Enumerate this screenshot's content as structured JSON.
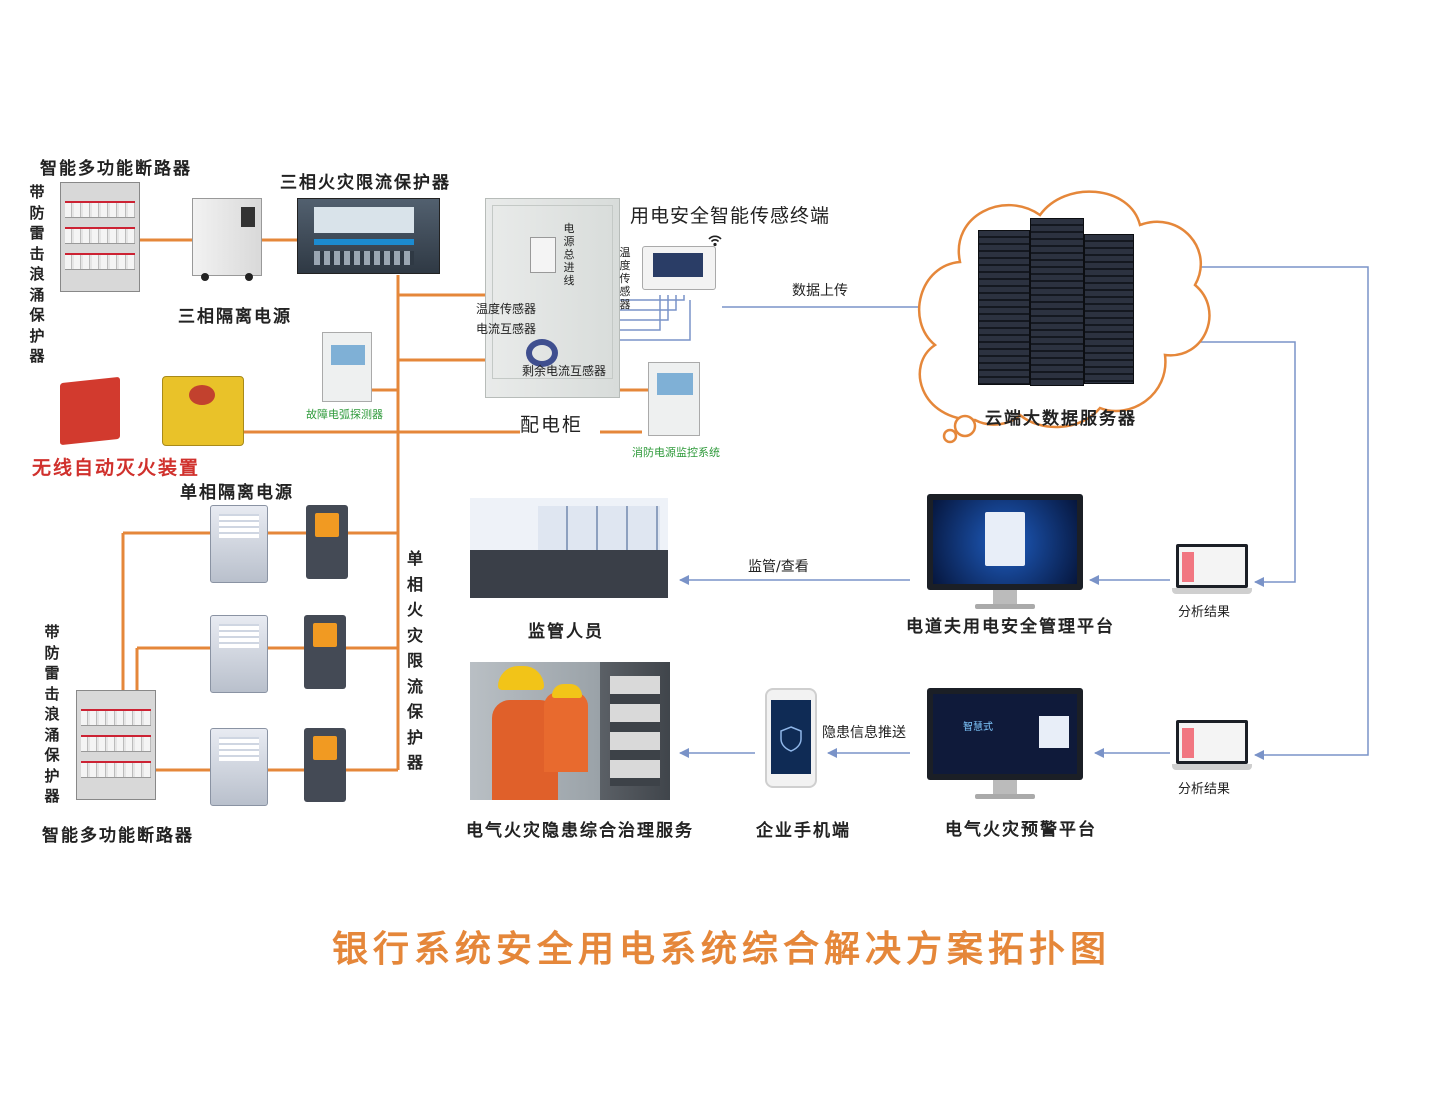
{
  "title": "银行系统安全用电系统综合解决方案拓扑图",
  "colors": {
    "accent": "#e5873a",
    "flow": "#7a93c8",
    "title": "#e5873a",
    "red": "#d0312d",
    "green": "#2e9a3a"
  },
  "labels": {
    "breaker_top": "智能多功能断路器",
    "surge_top": "带防雷击浪涌保护器",
    "fire_limit3": "三相火灾限流保护器",
    "iso3": "三相隔离电源",
    "sensor_terminal": "用电安全智能传感终端",
    "temp_sensor_v": "温度传感器",
    "power_incoming": "电源总进线",
    "temp_sensor": "温度传感器",
    "current_transformer": "电流互感器",
    "residual_transformer": "剩余电流互感器",
    "cabinet": "配电柜",
    "arc_detector": "故障电弧探测器",
    "fire_monitor": "消防电源监控系统",
    "wireless_fire": "无线自动灭火装置",
    "iso1": "单相隔离电源",
    "fire_limit1": "单相火灾限流保护器",
    "surge_bottom": "带防雷击浪涌保护器",
    "breaker_bottom": "智能多功能断路器",
    "upload": "数据上传",
    "cloud": "云端大数据服务器",
    "supervisor": "监管人员",
    "monitor_view": "监管/查看",
    "mgmt_platform": "电道夫用电安全管理平台",
    "analysis1": "分析结果",
    "analysis2": "分析结果",
    "governance": "电气火灾隐患综合治理服务",
    "mobile": "企业手机端",
    "push": "隐患信息推送",
    "warn_platform": "电气火灾预警平台"
  },
  "screen_texts": {
    "warn_brand": "智慧式"
  },
  "icons": [
    "wifi-icon",
    "cloud-icon",
    "server-icon",
    "monitor-icon",
    "laptop-icon",
    "phone-icon",
    "shield-icon",
    "arrow-icon"
  ]
}
